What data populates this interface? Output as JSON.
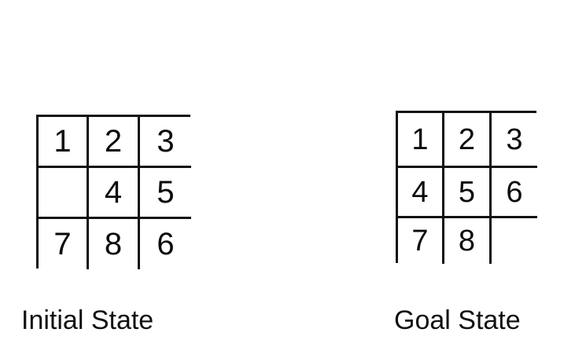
{
  "page": {
    "background_color": "#ffffff",
    "line_color": "#111111",
    "text_color": "#0a0a0a"
  },
  "boards": {
    "initial": {
      "caption": "Initial State",
      "rows": [
        [
          "1",
          "2",
          "3"
        ],
        [
          "",
          "4",
          "5"
        ],
        [
          "7",
          "8",
          "6"
        ]
      ],
      "cells": [
        {
          "value": "1",
          "blank": false
        },
        {
          "value": "2",
          "blank": false
        },
        {
          "value": "3",
          "blank": false
        },
        {
          "value": "",
          "blank": true
        },
        {
          "value": "4",
          "blank": false
        },
        {
          "value": "5",
          "blank": false
        },
        {
          "value": "7",
          "blank": false
        },
        {
          "value": "8",
          "blank": false
        },
        {
          "value": "6",
          "blank": false
        }
      ]
    },
    "goal": {
      "caption": "Goal State",
      "rows": [
        [
          "1",
          "2",
          "3"
        ],
        [
          "4",
          "5",
          "6"
        ],
        [
          "7",
          "8",
          ""
        ]
      ],
      "cells": [
        {
          "value": "1",
          "blank": false
        },
        {
          "value": "2",
          "blank": false
        },
        {
          "value": "3",
          "blank": false
        },
        {
          "value": "4",
          "blank": false
        },
        {
          "value": "5",
          "blank": false
        },
        {
          "value": "6",
          "blank": false
        },
        {
          "value": "7",
          "blank": false
        },
        {
          "value": "8",
          "blank": false
        },
        {
          "value": "",
          "blank": true
        }
      ]
    }
  }
}
